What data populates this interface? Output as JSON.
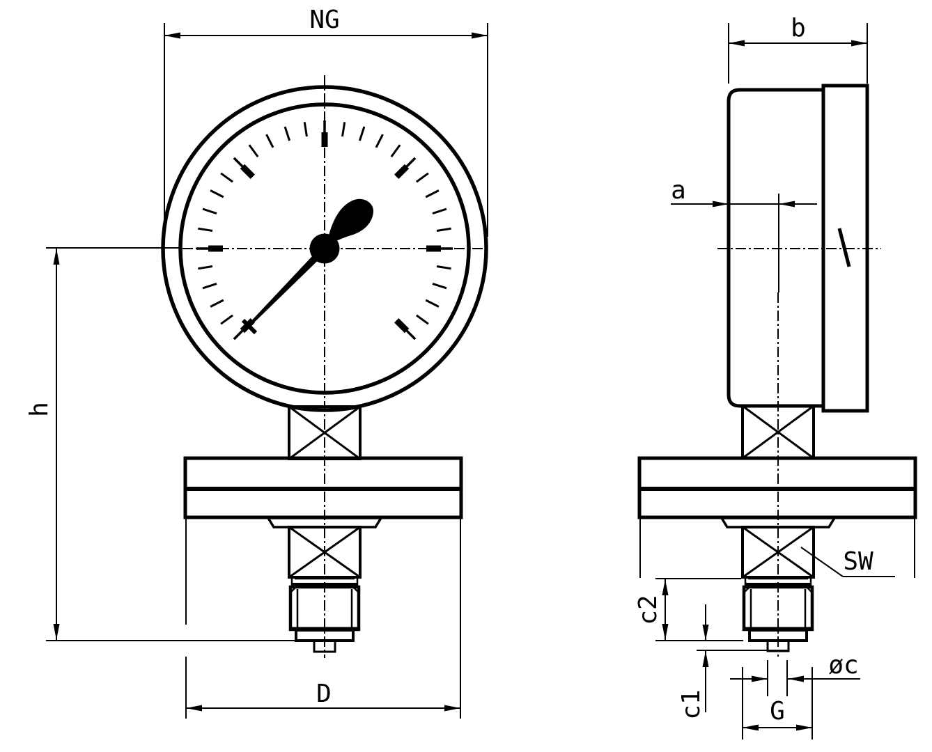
{
  "drawing": {
    "labels": {
      "ng": "NG",
      "b": "b",
      "a": "a",
      "h": "h",
      "d": "D",
      "g": "G",
      "sw": "SW",
      "c1": "c1",
      "c2": "c2",
      "diameter_c": "øc"
    },
    "colors": {
      "ink": "#000000",
      "paper": "#ffffff"
    }
  }
}
